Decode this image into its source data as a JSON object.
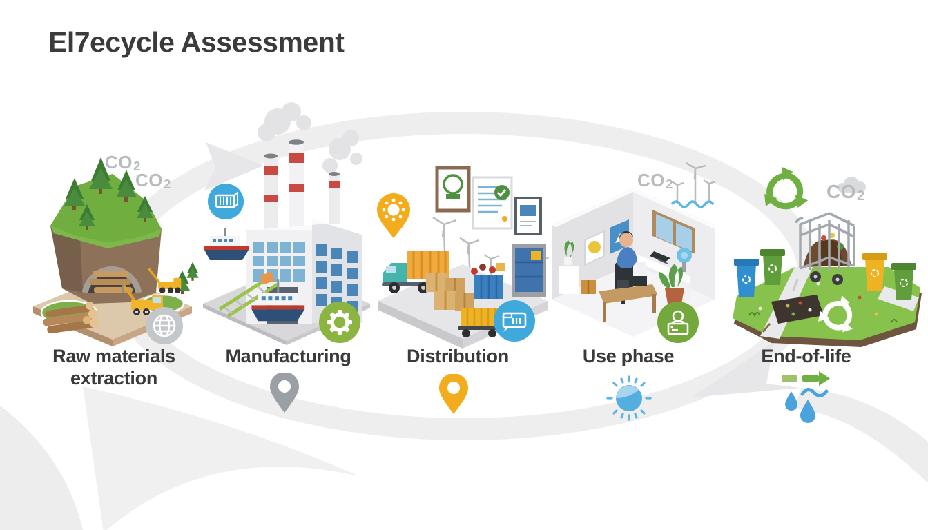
{
  "title": "El7ecycle Assessment",
  "co2": {
    "base": "CO",
    "sub": "2"
  },
  "stages": [
    {
      "id": "raw-materials-extraction",
      "label": "Raw materials extraction"
    },
    {
      "id": "manufacturing",
      "label": "Manufacturing"
    },
    {
      "id": "distribution",
      "label": "Distribution"
    },
    {
      "id": "use-phase",
      "label": "Use phase"
    },
    {
      "id": "end-of-life",
      "label": "End-of-life"
    }
  ],
  "icons": {
    "globe": "globe-icon",
    "container_badge": "shipping-container-icon",
    "gear_badge": "gear-icon",
    "box_badge": "cargo-box-icon",
    "person_badge": "person-id-icon",
    "pin_manufacturing": "location-pin-icon",
    "pin_distribution": "location-pin-icon",
    "sun": "sun-icon",
    "recycle": "recycle-icon",
    "cloud": "cloud-icon",
    "water_drops": "water-drops-icon",
    "green_arrow": "arrow-right-icon"
  },
  "colors": {
    "text_dark": "#3a3a3c",
    "co2_gray": "#b9bcbf",
    "flow_ring": "#eeeeef",
    "flow_arrow": "#e7e7e9",
    "badge_blue": "#3fa9dc",
    "badge_green": "#8bb440",
    "badge_green_dark": "#75a83c",
    "pin_gray": "#9aa0a6",
    "pin_yellow": "#f3ac1b",
    "sun_blue": "#55aee0",
    "recycle_green": "#6fb043",
    "globe_gray": "#c3c7ca",
    "cloud_gray": "#d9dcde",
    "drop_blue": "#4aa3dc",
    "grass_green": "#86c24c",
    "dirt_brown": "#8a6b50"
  }
}
